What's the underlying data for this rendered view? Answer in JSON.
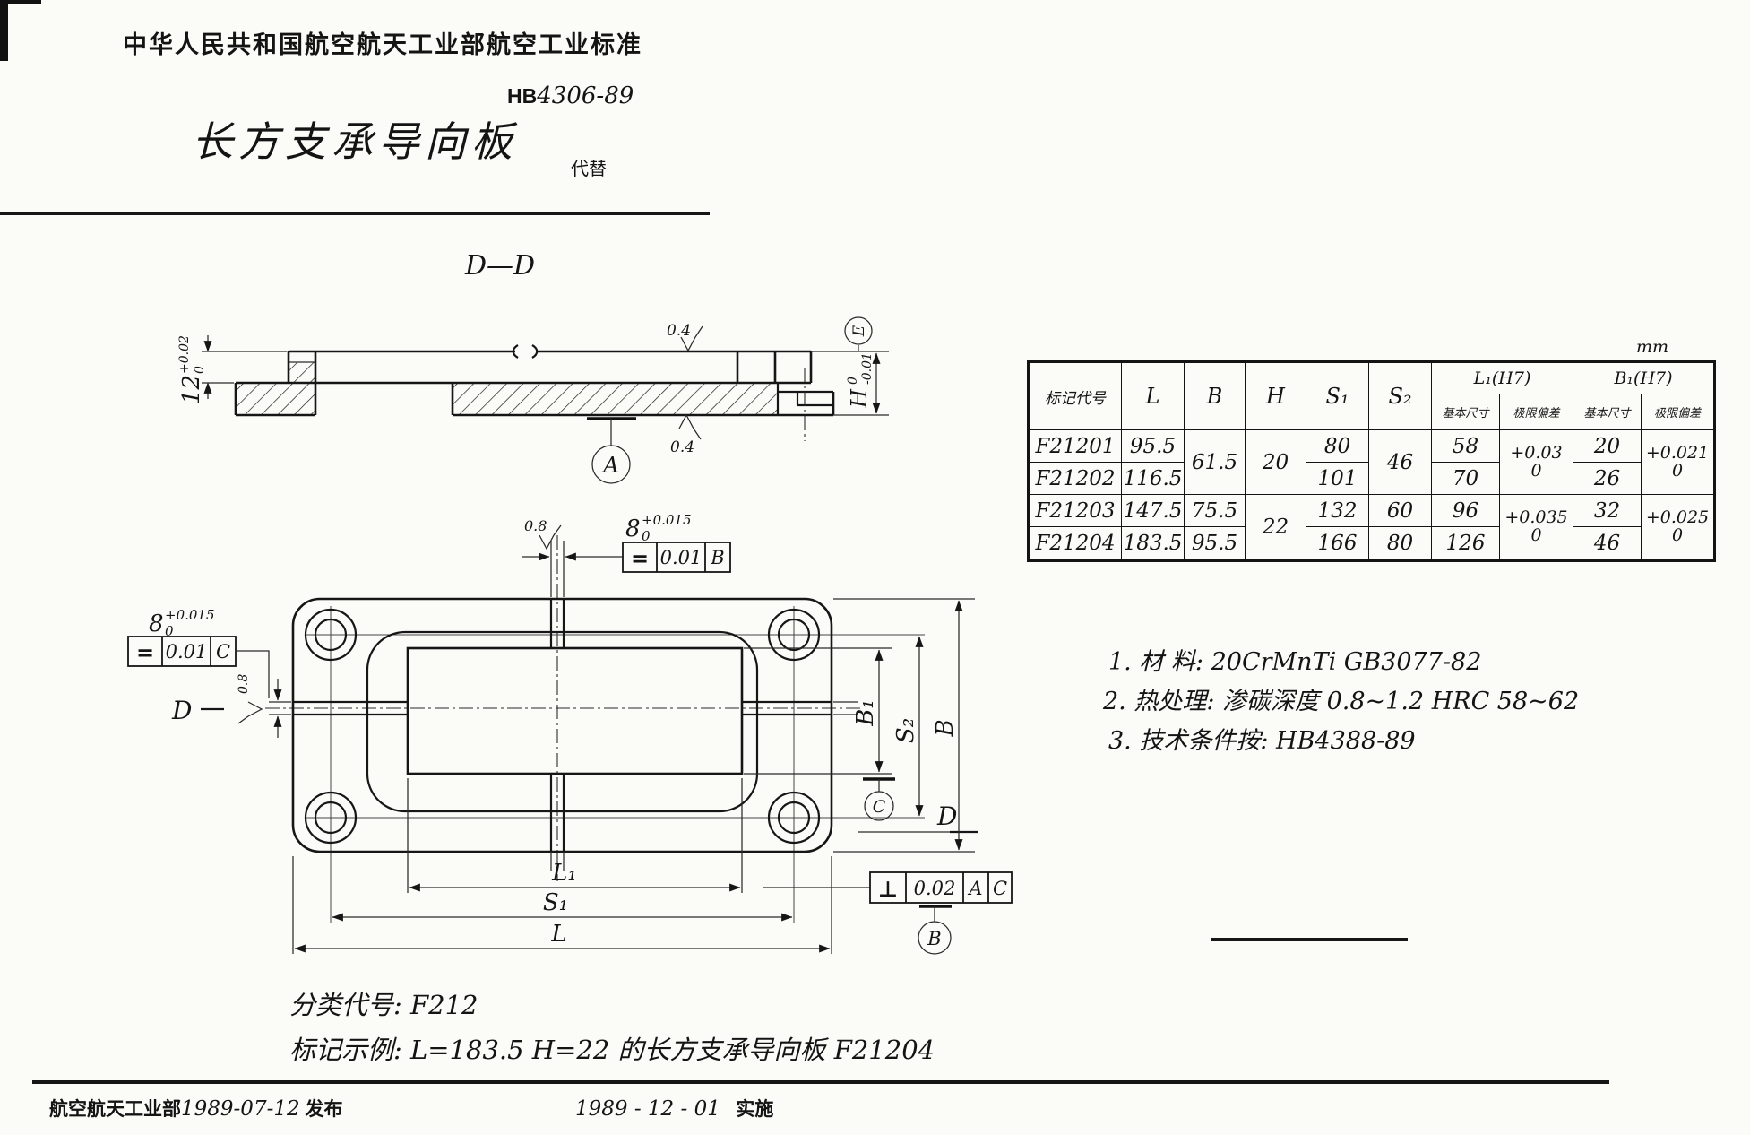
{
  "header": {
    "standard_line": "中华人民共和国航空航天工业部航空工业标准",
    "std_prefix": "HB",
    "std_number": "4306-89",
    "title": "长方支承导向板",
    "supersede": "代替"
  },
  "section_view": {
    "label": "D—D",
    "dim12": {
      "base": "12",
      "sup": "+0.02",
      "sub": "0"
    },
    "dimH": {
      "base": "H",
      "sup": "0",
      "sub": "-0.01"
    },
    "finish_top": "0.4",
    "finish_bottom": "0.4",
    "datum_e": "E",
    "datum_a": "A"
  },
  "plan_view": {
    "dim8_top": {
      "base": "8",
      "sup": "+0.015",
      "sub": "0"
    },
    "dim8_left": {
      "base": "8",
      "sup": "+0.015",
      "sub": "0"
    },
    "finish_top": "0.8",
    "finish_left": "0.8",
    "frame_top": {
      "sym": "=",
      "tol": "0.01",
      "datum": "B"
    },
    "frame_left": {
      "sym": "=",
      "tol": "0.01",
      "datum": "C"
    },
    "frame_perp": {
      "sym": "⊥",
      "tol": "0.02",
      "datum1": "A",
      "datum2": "C"
    },
    "datum_b": "B",
    "datum_c": "C",
    "cut_left": "D",
    "cut_left_dash": "—",
    "cut_right": "D",
    "dim_L1": "L₁",
    "dim_S1": "S₁",
    "dim_L": "L",
    "dim_B1": "B₁",
    "dim_S2": "S₂",
    "dim_B": "B"
  },
  "table": {
    "unit": "mm",
    "col_code": "标记代号",
    "col_L": "L",
    "col_B": "B",
    "col_H": "H",
    "col_S1": "S₁",
    "col_S2": "S₂",
    "grp_L1": "L₁(H7)",
    "grp_B1": "B₁(H7)",
    "sub_basic": "基本尺寸",
    "sub_dev": "极限偏差",
    "rows": [
      {
        "code": "F21201",
        "L": "95.5",
        "S1": "80",
        "L1": "58",
        "B1": "20"
      },
      {
        "code": "F21202",
        "L": "116.5",
        "S1": "101",
        "L1": "70",
        "B1": "26"
      },
      {
        "code": "F21203",
        "L": "147.5",
        "B": "75.5",
        "S1": "132",
        "S2": "60",
        "L1": "96",
        "B1": "32"
      },
      {
        "code": "F21204",
        "L": "183.5",
        "B": "95.5",
        "S1": "166",
        "S2": "80",
        "L1": "126",
        "B1": "46"
      }
    ],
    "m": {
      "B12": "61.5",
      "H12": "20",
      "H34": "22",
      "S2_12": "46",
      "L1dev12": {
        "u": "+0.03",
        "l": "0"
      },
      "L1dev34": {
        "u": "+0.035",
        "l": "0"
      },
      "B1dev12": {
        "u": "+0.021",
        "l": "0"
      },
      "B1dev34": {
        "u": "+0.025",
        "l": "0"
      }
    }
  },
  "notes": {
    "line1": "1. 材  料: 20CrMnTi  GB3077-82",
    "line2": "2. 热处理: 渗碳深度 0.8~1.2   HRC 58~62",
    "line3": "3. 技术条件按:  HB4388-89"
  },
  "classification": {
    "class_label": "分类代号:",
    "class_value": "F212",
    "example_label": "标记示例:",
    "example_value": "L=183.5  H=22  的长方支承导向板  F21204"
  },
  "footer": {
    "agency": "航空航天工业部",
    "pub_date": "1989-07-12",
    "pub_label": "发布",
    "impl_date": "1989 - 12 - 01",
    "impl_label": "实施"
  }
}
